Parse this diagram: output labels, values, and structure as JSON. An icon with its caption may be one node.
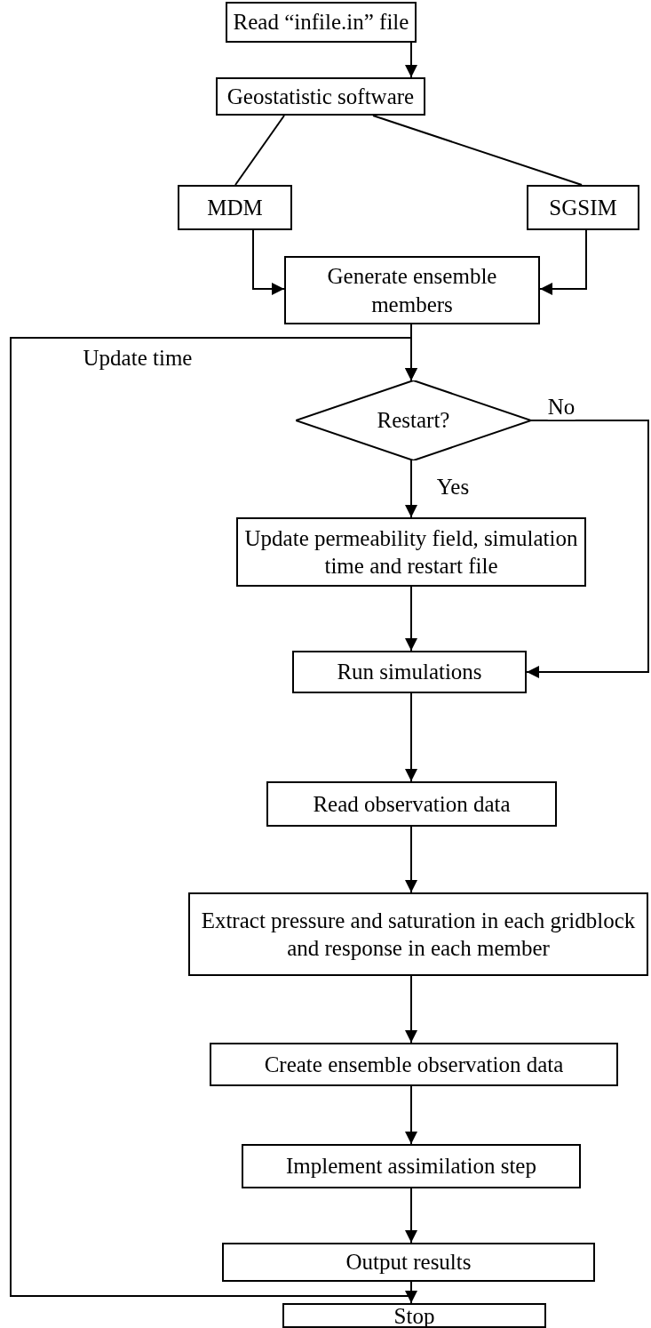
{
  "diagram": {
    "nodes": [
      {
        "text": [
          "Read “infile.in” file"
        ]
      },
      {
        "text": [
          "Geostatistic software"
        ]
      },
      {
        "text": [
          "MDM"
        ]
      },
      {
        "text": [
          "SGSIM"
        ]
      },
      {
        "text": [
          "Generate ensemble members"
        ]
      },
      {
        "text": [
          "Restart?"
        ]
      },
      {
        "text": [
          "Update permeability field, simulation time and restart file"
        ]
      },
      {
        "text": [
          "Run simulations"
        ]
      },
      {
        "text": [
          "Read observation data"
        ]
      },
      {
        "text": [
          "Extract pressure and saturation in each gridblock and response in each member"
        ]
      },
      {
        "text": [
          "Create ensemble observation data"
        ]
      },
      {
        "text": [
          "Implement assimilation step"
        ]
      },
      {
        "text": [
          "Output results"
        ]
      },
      {
        "text": [
          "Stop"
        ]
      }
    ],
    "edges": [
      {
        "from": 0,
        "to": 1,
        "arrow": "to"
      },
      {
        "from": 1,
        "to": 2,
        "arrow": "none"
      },
      {
        "from": 1,
        "to": 3,
        "arrow": "none"
      },
      {
        "from": 2,
        "to": 4,
        "arrow": "to"
      },
      {
        "from": 3,
        "to": 4,
        "arrow": "to"
      },
      {
        "from": 4,
        "to": 5,
        "arrow": "to"
      },
      {
        "from": 12,
        "to": 5,
        "arrow": "to",
        "label": "Update time"
      },
      {
        "from": 5,
        "to": 6,
        "arrow": "to",
        "label": "Yes"
      },
      {
        "from": 5,
        "to": 7,
        "arrow": "to",
        "label": "No"
      },
      {
        "from": 6,
        "to": 7,
        "arrow": "to"
      },
      {
        "from": 7,
        "to": 8,
        "arrow": "to"
      },
      {
        "from": 8,
        "to": 9,
        "arrow": "to"
      },
      {
        "from": 9,
        "to": 10,
        "arrow": "to"
      },
      {
        "from": 10,
        "to": 11,
        "arrow": "to"
      },
      {
        "from": 11,
        "to": 12,
        "arrow": "to"
      },
      {
        "from": 12,
        "to": 13,
        "arrow": "to"
      }
    ]
  }
}
